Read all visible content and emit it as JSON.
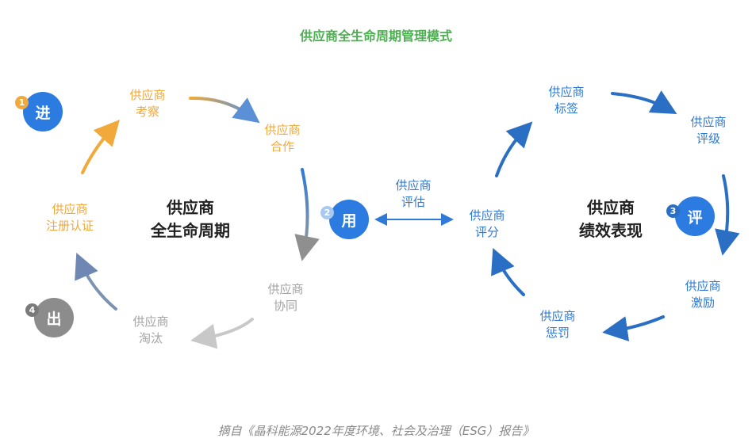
{
  "title": "供应商全生命周期管理模式",
  "left_cycle": {
    "center_line1": "供应商",
    "center_line2": "全生命周期",
    "registration": {
      "line1": "供应商",
      "line2": "注册认证"
    },
    "inspection": {
      "line1": "供应商",
      "line2": "考察"
    },
    "cooperation": {
      "line1": "供应商",
      "line2": "合作"
    },
    "collaboration": {
      "line1": "供应商",
      "line2": "协同"
    },
    "elimination": {
      "line1": "供应商",
      "line2": "淘汰"
    }
  },
  "middle": {
    "line1": "供应商",
    "line2": "评估"
  },
  "right_cycle": {
    "center_line1": "供应商",
    "center_line2": "绩效表现",
    "scoring": {
      "line1": "供应商",
      "line2": "评分"
    },
    "tagging": {
      "line1": "供应商",
      "line2": "标签"
    },
    "grading": {
      "line1": "供应商",
      "line2": "评级"
    },
    "incentive": {
      "line1": "供应商",
      "line2": "激励"
    },
    "penalty": {
      "line1": "供应商",
      "line2": "惩罚"
    }
  },
  "stages": [
    {
      "number": "1",
      "label": "进",
      "color": "#2b7be0",
      "badge_color": "#f0a93a"
    },
    {
      "number": "2",
      "label": "用",
      "color": "#2b7be0",
      "badge_color": "#a9c9ef"
    },
    {
      "number": "3",
      "label": "评",
      "color": "#2b7be0",
      "badge_color": "#2b6fc4"
    },
    {
      "number": "4",
      "label": "出",
      "color": "#8c8c8c",
      "badge_color": "#7a7a7a"
    }
  ],
  "colors": {
    "orange": "#f0a93a",
    "blue": "#2e7ad6",
    "dark_blue": "#2b6fc4",
    "gray": "#a3a3a3",
    "title_green": "#4caf50"
  },
  "caption": "摘自《晶科能源2022年度环境、社会及治理（ESG）报告》"
}
